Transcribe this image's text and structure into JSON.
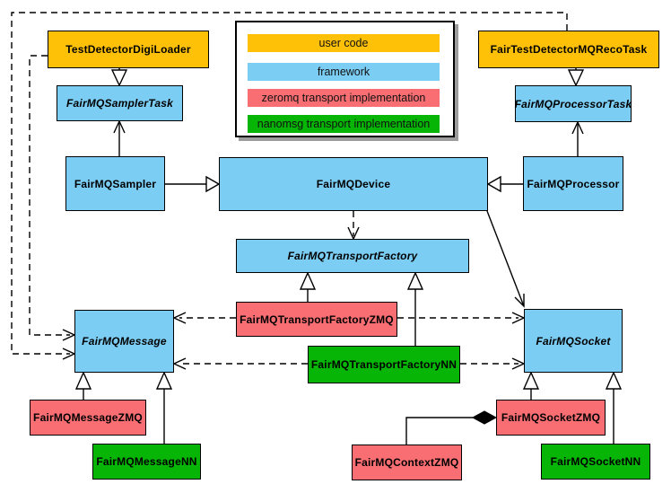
{
  "colors": {
    "user_code": "#ffc107",
    "framework": "#7bcdf3",
    "zeromq": "#f96e72",
    "nanomsg": "#06b506",
    "line": "#000000",
    "legend_background": "#ffffff"
  },
  "legend": {
    "items": [
      {
        "label": "user code",
        "category": "user_code"
      },
      {
        "label": "framework",
        "category": "framework"
      },
      {
        "label": "zeromq transport implementation",
        "category": "zeromq"
      },
      {
        "label": "nanomsg transport implementation",
        "category": "nanomsg"
      }
    ]
  },
  "nodes": {
    "test_detector_digi_loader": {
      "label": "TestDetectorDigiLoader",
      "category": "user_code",
      "abstract": false
    },
    "fair_test_detector_mq_reco_task": {
      "label": "FairTestDetectorMQRecoTask",
      "category": "user_code",
      "abstract": false
    },
    "fairmq_sampler_task": {
      "label": "FairMQSamplerTask",
      "category": "framework",
      "abstract": true
    },
    "fairmq_processor_task": {
      "label": "FairMQProcessorTask",
      "category": "framework",
      "abstract": true
    },
    "fairmq_sampler": {
      "label": "FairMQSampler",
      "category": "framework",
      "abstract": false
    },
    "fairmq_device": {
      "label": "FairMQDevice",
      "category": "framework",
      "abstract": false
    },
    "fairmq_processor": {
      "label": "FairMQProcessor",
      "category": "framework",
      "abstract": false
    },
    "fairmq_transport_factory": {
      "label": "FairMQTransportFactory",
      "category": "framework",
      "abstract": true
    },
    "fairmq_transport_factory_zmq": {
      "label": "FairMQTransportFactoryZMQ",
      "category": "zeromq",
      "abstract": false
    },
    "fairmq_transport_factory_nn": {
      "label": "FairMQTransportFactoryNN",
      "category": "nanomsg",
      "abstract": false
    },
    "fairmq_message": {
      "label": "FairMQMessage",
      "category": "framework",
      "abstract": true
    },
    "fairmq_socket": {
      "label": "FairMQSocket",
      "category": "framework",
      "abstract": true
    },
    "fairmq_message_zmq": {
      "label": "FairMQMessageZMQ",
      "category": "zeromq",
      "abstract": false
    },
    "fairmq_message_nn": {
      "label": "FairMQMessageNN",
      "category": "nanomsg",
      "abstract": false
    },
    "fairmq_socket_zmq": {
      "label": "FairMQSocketZMQ",
      "category": "zeromq",
      "abstract": false
    },
    "fairmq_context_zmq": {
      "label": "FairMQContextZMQ",
      "category": "zeromq",
      "abstract": false
    },
    "fairmq_socket_nn": {
      "label": "FairMQSocketNN",
      "category": "nanomsg",
      "abstract": false
    }
  },
  "relations": [
    {
      "from": "TestDetectorDigiLoader",
      "to": "FairMQSamplerTask",
      "type": "generalization"
    },
    {
      "from": "FairTestDetectorMQRecoTask",
      "to": "FairMQProcessorTask",
      "type": "generalization"
    },
    {
      "from": "FairMQSampler",
      "to": "FairMQSamplerTask",
      "type": "association"
    },
    {
      "from": "FairMQProcessor",
      "to": "FairMQProcessorTask",
      "type": "association"
    },
    {
      "from": "FairMQSampler",
      "to": "FairMQDevice",
      "type": "generalization"
    },
    {
      "from": "FairMQProcessor",
      "to": "FairMQDevice",
      "type": "generalization"
    },
    {
      "from": "FairMQDevice",
      "to": "FairMQTransportFactory",
      "type": "dependency"
    },
    {
      "from": "FairMQDevice",
      "to": "FairMQSocket",
      "type": "association"
    },
    {
      "from": "FairMQTransportFactoryZMQ",
      "to": "FairMQTransportFactory",
      "type": "generalization"
    },
    {
      "from": "FairMQTransportFactoryNN",
      "to": "FairMQTransportFactory",
      "type": "generalization"
    },
    {
      "from": "TestDetectorDigiLoader",
      "to": "FairMQMessage",
      "type": "dependency"
    },
    {
      "from": "FairTestDetectorMQRecoTask",
      "to": "FairMQMessage",
      "type": "dependency"
    },
    {
      "from": "FairMQTransportFactoryZMQ",
      "to": "FairMQMessage",
      "type": "dependency"
    },
    {
      "from": "FairMQTransportFactoryZMQ",
      "to": "FairMQSocket",
      "type": "dependency"
    },
    {
      "from": "FairMQTransportFactoryNN",
      "to": "FairMQMessage",
      "type": "dependency"
    },
    {
      "from": "FairMQTransportFactoryNN",
      "to": "FairMQSocket",
      "type": "dependency"
    },
    {
      "from": "FairMQMessageZMQ",
      "to": "FairMQMessage",
      "type": "generalization"
    },
    {
      "from": "FairMQMessageNN",
      "to": "FairMQMessage",
      "type": "generalization"
    },
    {
      "from": "FairMQSocketZMQ",
      "to": "FairMQSocket",
      "type": "generalization"
    },
    {
      "from": "FairMQSocketNN",
      "to": "FairMQSocket",
      "type": "generalization"
    },
    {
      "from": "FairMQContextZMQ",
      "to": "FairMQSocketZMQ",
      "type": "composition"
    }
  ]
}
